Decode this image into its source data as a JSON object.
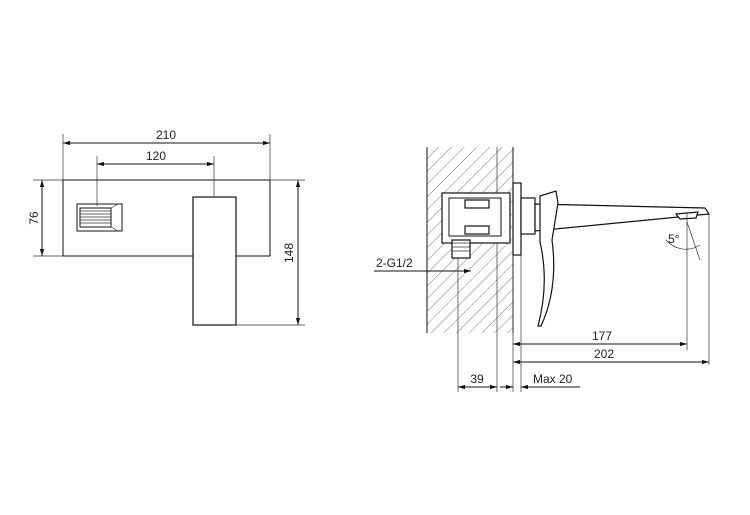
{
  "front_view": {
    "dim_width_total": "210",
    "dim_width_center": "120",
    "dim_height_plate": "76",
    "dim_height_total": "148"
  },
  "side_view": {
    "dim_thread": "2-G1/2",
    "dim_spout_reach": "177",
    "dim_total_reach": "202",
    "dim_depth": "39",
    "dim_max": "Max 20",
    "dim_angle": "5°"
  }
}
